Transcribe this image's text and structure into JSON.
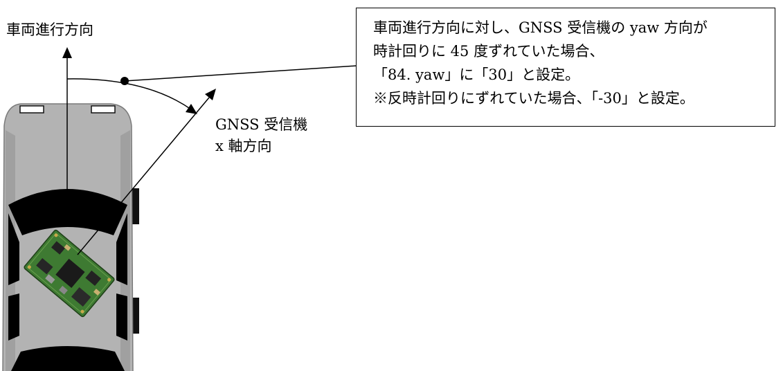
{
  "diagram": {
    "vehicle_direction_label": "車両進行方向",
    "gnss_direction_label": {
      "line1": "GNSS 受信機",
      "line2": "x 軸方向"
    },
    "note": {
      "lines": [
        "車両進行方向に対し、GNSS 受信機の yaw 方向が",
        "時計回りに 45 度ずれていた場合、",
        "「84. yaw」に「30」と設定。",
        "※反時計回りにずれていた場合、「-30」と設定。"
      ]
    },
    "colors": {
      "car_body": "#b3b3b3",
      "car_glass": "#000000",
      "car_light": "#ffffff",
      "board_green": "#3e7a32",
      "line": "#000000"
    }
  }
}
